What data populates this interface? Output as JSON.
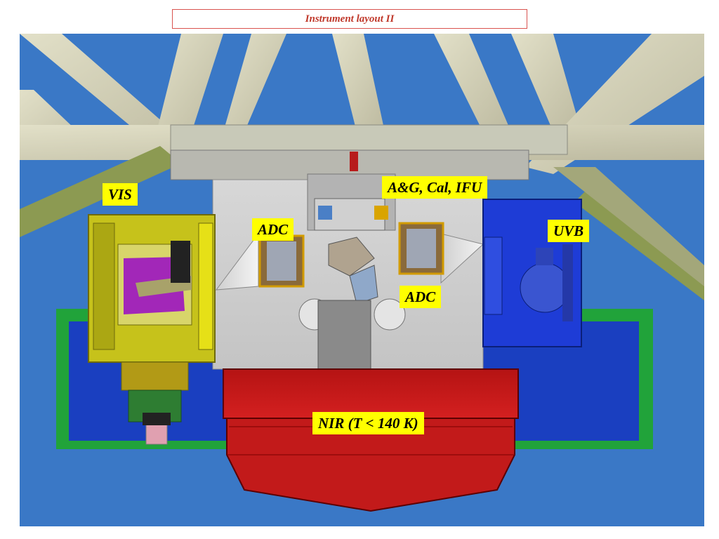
{
  "title": "Instrument layout II",
  "labels": {
    "vis": "VIS",
    "ag_cal_ifu": "A&G, Cal, IFU",
    "adc_left": "ADC",
    "adc_right": "ADC",
    "uvb": "UVB",
    "nir": "NIR (T < 140 K)"
  },
  "colors": {
    "background_sky": "#3a78c6",
    "truss": "#d8d6bf",
    "platform_green": "#21a33a",
    "platform_blue": "#1a3fc0",
    "vis_arm": "#c6c21b",
    "uvb_arm": "#1e3cd6",
    "nir_cryostat": "#c21a1a",
    "label_bg": "#ffff00",
    "title_text": "#c0392b"
  }
}
